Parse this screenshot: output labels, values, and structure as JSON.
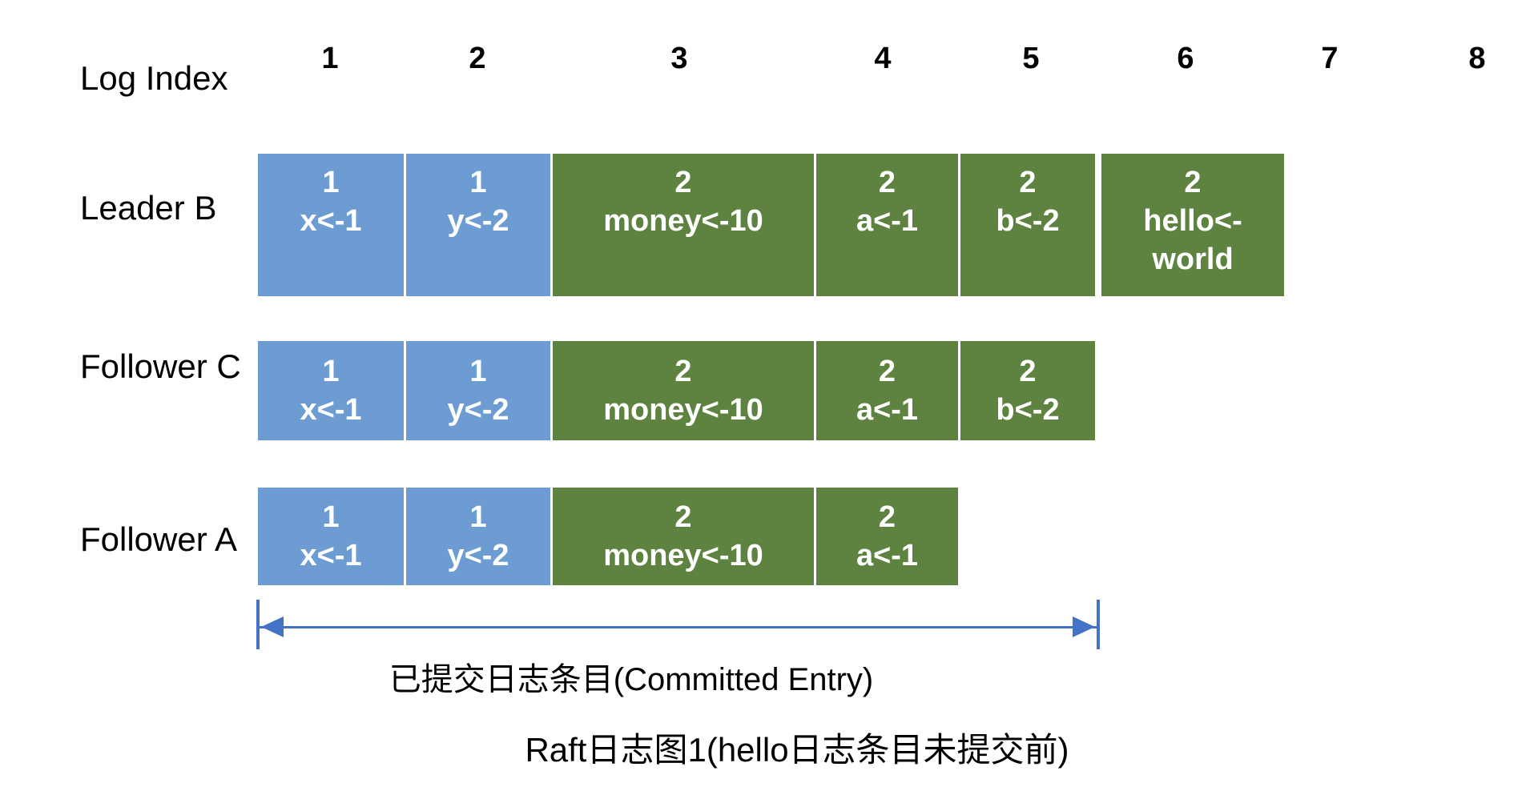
{
  "header": {
    "label": "Log Index",
    "indices": [
      "1",
      "2",
      "3",
      "4",
      "5",
      "6",
      "7",
      "8"
    ]
  },
  "colors": {
    "term1": "#6C9CD2",
    "term2": "#5E8240",
    "arrow": "#4472C4",
    "box_text": "#FFFFFF",
    "label_text": "#000000"
  },
  "rows": [
    {
      "name": "Leader B",
      "entries": [
        {
          "term": "1",
          "command": "x<-1"
        },
        {
          "term": "1",
          "command": "y<-2"
        },
        {
          "term": "2",
          "command": "money<-10"
        },
        {
          "term": "2",
          "command": "a<-1"
        },
        {
          "term": "2",
          "command": "b<-2"
        },
        {
          "term": "2",
          "command": "hello<-\nworld"
        }
      ]
    },
    {
      "name": "Follower C",
      "entries": [
        {
          "term": "1",
          "command": "x<-1"
        },
        {
          "term": "1",
          "command": "y<-2"
        },
        {
          "term": "2",
          "command": "money<-10"
        },
        {
          "term": "2",
          "command": "a<-1"
        },
        {
          "term": "2",
          "command": "b<-2"
        }
      ]
    },
    {
      "name": "Follower A",
      "entries": [
        {
          "term": "1",
          "command": "x<-1"
        },
        {
          "term": "1",
          "command": "y<-2"
        },
        {
          "term": "2",
          "command": "money<-10"
        },
        {
          "term": "2",
          "command": "a<-1"
        }
      ]
    }
  ],
  "committed": {
    "label": "已提交日志条目(Committed Entry)",
    "from_index": "1",
    "to_index": "5"
  },
  "caption": "Raft日志图1(hello日志条目未提交前)"
}
